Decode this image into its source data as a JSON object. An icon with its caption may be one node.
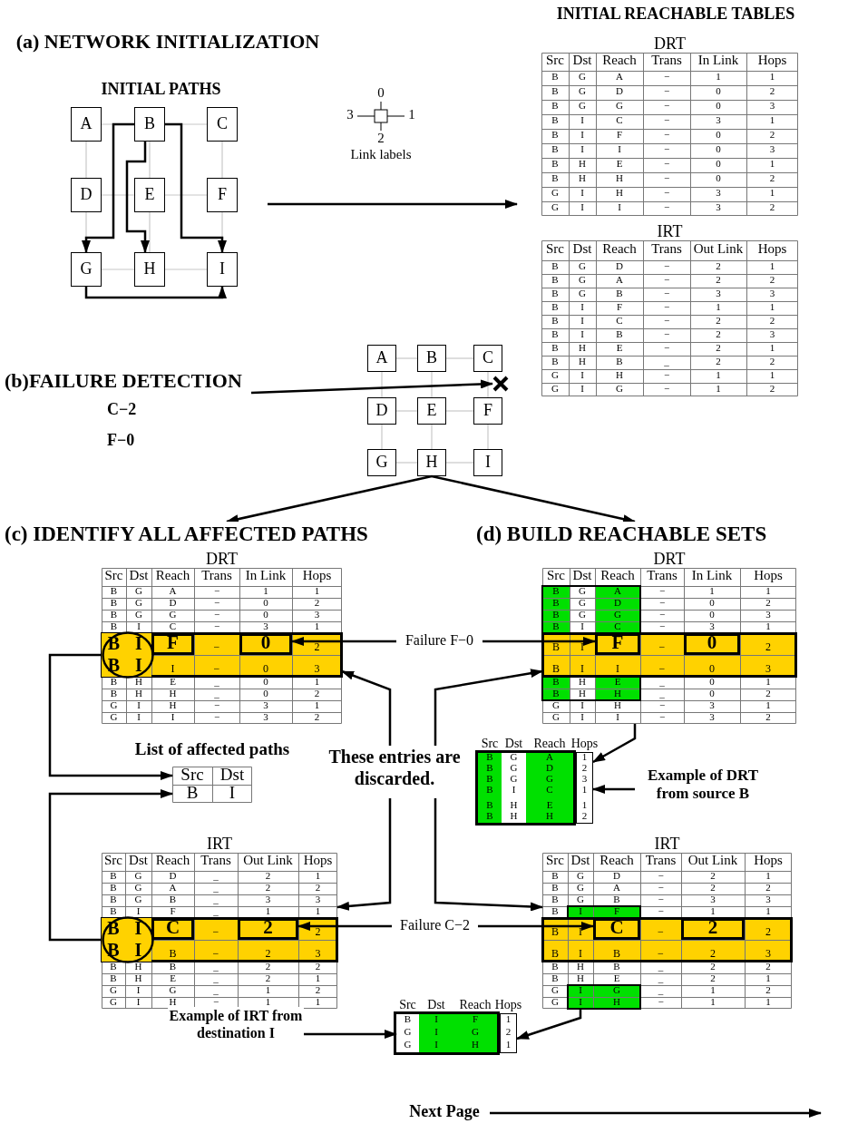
{
  "diagram": {
    "nodes": [
      {
        "text": [
          "INITIAL PATHS"
        ]
      },
      {
        "text": [
          "A"
        ],
        "in": 0
      },
      {
        "text": [
          "B"
        ],
        "in": 0
      },
      {
        "text": [
          "C"
        ],
        "in": 0
      },
      {
        "text": [
          "D"
        ],
        "in": 0
      },
      {
        "text": [
          "E"
        ],
        "in": 0
      },
      {
        "text": [
          "F"
        ],
        "in": 0
      },
      {
        "text": [
          "G"
        ],
        "in": 0
      },
      {
        "text": [
          "H"
        ],
        "in": 0
      },
      {
        "text": [
          "I"
        ],
        "in": 0
      },
      {
        "text": [
          "INITIAL REACHABLE TABLES"
        ]
      },
      {
        "text": [
          "DRT",
          "Src",
          "Dst",
          "Reach",
          "Trans",
          "In Link",
          "Hops",
          "B",
          "G",
          "A",
          "−",
          "1",
          "1",
          "B",
          "G",
          "D",
          "−",
          "0",
          "2",
          "B",
          "G",
          "G",
          "−",
          "0",
          "3",
          "B",
          "I",
          "C",
          "−",
          "3",
          "1",
          "B",
          "I",
          "F",
          "−",
          "0",
          "2",
          "B",
          "I",
          "I",
          "−",
          "0",
          "3",
          "B",
          "H",
          "E",
          "−",
          "0",
          "1",
          "B",
          "H",
          "H",
          "−",
          "0",
          "2",
          "G",
          "I",
          "H",
          "−",
          "3",
          "1",
          "G",
          "I",
          "I",
          "−",
          "3",
          "2"
        ],
        "in": 10
      },
      {
        "text": [
          "IRT",
          "Src",
          "Dst",
          "Reach",
          "Trans",
          "Out Link",
          "Hops",
          "B",
          "G",
          "D",
          "−",
          "2",
          "1",
          "B",
          "G",
          "A",
          "−",
          "2",
          "2",
          "B",
          "G",
          "B",
          "−",
          "3",
          "3",
          "B",
          "I",
          "F",
          "−",
          "1",
          "1",
          "B",
          "I",
          "C",
          "−",
          "2",
          "2",
          "B",
          "I",
          "B",
          "−",
          "2",
          "3",
          "B",
          "H",
          "E",
          "−",
          "2",
          "1",
          "B",
          "H",
          "B",
          "_",
          "2",
          "2",
          "G",
          "I",
          "H",
          "−",
          "1",
          "1",
          "G",
          "I",
          "G",
          "−",
          "1",
          "2"
        ],
        "in": 10
      },
      {
        "text": [
          "(b)FAILURE DETECTION",
          "C−2",
          "F−0"
        ]
      },
      {
        "text": [
          "A"
        ]
      },
      {
        "text": [
          "B"
        ]
      },
      {
        "text": [
          "C"
        ]
      },
      {
        "text": [
          "D"
        ]
      },
      {
        "text": [
          "E"
        ]
      },
      {
        "text": [
          "F"
        ]
      },
      {
        "text": [
          "G"
        ]
      },
      {
        "text": [
          "H"
        ]
      },
      {
        "text": [
          "I"
        ]
      },
      {
        "text": [],
        "shape": "cross"
      },
      {
        "text": [
          "(c) IDENTIFY ALL AFFECTED PATHS"
        ]
      },
      {
        "text": [
          "DRT",
          "Src",
          "Dst",
          "Reach",
          "Trans",
          "In Link",
          "Hops",
          "B",
          "G",
          "A",
          "−",
          "1",
          "1",
          "B",
          "G",
          "D",
          "−",
          "0",
          "2",
          "B",
          "G",
          "G",
          "−",
          "0",
          "3",
          "B",
          "I",
          "C",
          "−",
          "3",
          "1",
          "−",
          "2",
          "I",
          "−",
          "0",
          "3",
          "B",
          "H",
          "E",
          "_",
          "0",
          "1",
          "B",
          "H",
          "H",
          "_",
          "0",
          "2",
          "G",
          "I",
          "H",
          "−",
          "3",
          "1",
          "G",
          "I",
          "I",
          "−",
          "3",
          "2"
        ]
      },
      {
        "text": [
          "F"
        ],
        "in": 25
      },
      {
        "text": [
          "0"
        ],
        "in": 25
      },
      {
        "text": [
          "B",
          "I",
          "B",
          "I"
        ],
        "in": 25
      },
      {
        "text": [
          "Src",
          "Dst",
          "B",
          "I"
        ],
        "beside": [
          "List of affected paths"
        ]
      },
      {
        "text": [
          "These entries are discarded."
        ]
      },
      {
        "text": [
          "Failure F−0"
        ]
      },
      {
        "text": [
          "(d) BUILD REACHABLE SETS"
        ]
      },
      {
        "text": [
          "DRT",
          "Src",
          "Dst",
          "Reach",
          "Trans",
          "In Link",
          "Hops",
          "B",
          "G",
          "A",
          "−",
          "1",
          "1",
          "B",
          "G",
          "D",
          "−",
          "0",
          "2",
          "B",
          "G",
          "G",
          "−",
          "0",
          "3",
          "B",
          "I",
          "C",
          "−",
          "3",
          "1",
          "B",
          "I",
          "−",
          "2",
          "B",
          "I",
          "I",
          "−",
          "0",
          "3",
          "B",
          "H",
          "E",
          "_",
          "0",
          "1",
          "B",
          "H",
          "H",
          "_",
          "0",
          "2",
          "G",
          "I",
          "H",
          "−",
          "3",
          "1",
          "G",
          "I",
          "I",
          "−",
          "3",
          "2"
        ]
      },
      {
        "text": [
          "F"
        ],
        "in": 33
      },
      {
        "text": [
          "0"
        ],
        "in": 33
      },
      {
        "text": [
          "Example of DRT from source B"
        ]
      },
      {
        "text": [
          "Src",
          "Dst",
          "Reach",
          "Hops",
          "B",
          "G",
          "A",
          "1",
          "B",
          "G",
          "D",
          "2",
          "B",
          "G",
          "G",
          "3",
          "B",
          "I",
          "C",
          "1",
          "B",
          "H",
          "E",
          "1",
          "B",
          "H",
          "H",
          "2"
        ]
      },
      {
        "text": [
          "IRT",
          "Src",
          "Dst",
          "Reach",
          "Trans",
          "Out Link",
          "Hops",
          "B",
          "G",
          "D",
          "_",
          "2",
          "1",
          "B",
          "G",
          "A",
          "_",
          "2",
          "2",
          "B",
          "G",
          "B",
          "_",
          "3",
          "3",
          "B",
          "I",
          "F",
          "_",
          "1",
          "1",
          "−",
          "2",
          "B",
          "−",
          "2",
          "3",
          "B",
          "H",
          "B",
          "_",
          "2",
          "2",
          "B",
          "H",
          "E",
          "_",
          "2",
          "1",
          "G",
          "I",
          "G",
          "_",
          "1",
          "2",
          "G",
          "I",
          "H",
          "−",
          "1",
          "1"
        ]
      },
      {
        "text": [
          "C"
        ],
        "in": 38
      },
      {
        "text": [
          "2"
        ],
        "in": 38
      },
      {
        "text": [
          "B",
          "I",
          "B",
          "I"
        ],
        "in": 38
      },
      {
        "text": [
          "Failure C−2"
        ]
      },
      {
        "text": [
          "IRT",
          "Src",
          "Dst",
          "Reach",
          "Trans",
          "Out Link",
          "Hops",
          "B",
          "G",
          "D",
          "−",
          "2",
          "1",
          "B",
          "G",
          "A",
          "−",
          "2",
          "2",
          "B",
          "G",
          "B",
          "−",
          "3",
          "3",
          "B",
          "I",
          "F",
          "−",
          "1",
          "1",
          "B",
          "I",
          "−",
          "2",
          "B",
          "I",
          "B",
          "−",
          "2",
          "3",
          "B",
          "H",
          "B",
          "_",
          "2",
          "2",
          "B",
          "H",
          "E",
          "_",
          "2",
          "1",
          "G",
          "I",
          "G",
          "_",
          "1",
          "2",
          "G",
          "I",
          "H",
          "−",
          "1",
          "1"
        ]
      },
      {
        "text": [
          "C"
        ],
        "in": 43
      },
      {
        "text": [
          "2"
        ],
        "in": 43
      },
      {
        "text": [
          "Example of IRT from destination I"
        ]
      },
      {
        "text": [
          "Src",
          "Dst",
          "Reach",
          "Hops",
          "B",
          "I",
          "F",
          "1",
          "G",
          "I",
          "G",
          "2",
          "G",
          "I",
          "H",
          "1"
        ]
      },
      {
        "text": [
          "Next Page"
        ]
      }
    ],
    "edges": [
      {
        "from": 1,
        "to": 2,
        "arrow": "none",
        "color": "#c8c8c8"
      },
      {
        "from": 2,
        "to": 3,
        "arrow": "none",
        "color": "#c8c8c8"
      },
      {
        "from": 4,
        "to": 5,
        "arrow": "none",
        "color": "#c8c8c8"
      },
      {
        "from": 5,
        "to": 6,
        "arrow": "none",
        "color": "#c8c8c8"
      },
      {
        "from": 7,
        "to": 8,
        "arrow": "none",
        "color": "#c8c8c8"
      },
      {
        "from": 8,
        "to": 9,
        "arrow": "none",
        "color": "#c8c8c8"
      },
      {
        "from": 1,
        "to": 4,
        "arrow": "none",
        "color": "#c8c8c8"
      },
      {
        "from": 4,
        "to": 7,
        "arrow": "none",
        "color": "#c8c8c8"
      },
      {
        "from": 2,
        "to": 5,
        "arrow": "none",
        "color": "#c8c8c8"
      },
      {
        "from": 5,
        "to": 8,
        "arrow": "none",
        "color": "#c8c8c8"
      },
      {
        "from": 3,
        "to": 6,
        "arrow": "none",
        "color": "#c8c8c8"
      },
      {
        "from": 6,
        "to": 9,
        "arrow": "none",
        "color": "#c8c8c8"
      },
      {
        "from": 2,
        "to": 7,
        "arrow": "to",
        "color": "#000000"
      },
      {
        "from": 2,
        "to": 8,
        "arrow": "to",
        "color": "#000000"
      },
      {
        "from": 2,
        "to": 9,
        "arrow": "to",
        "color": "#000000"
      },
      {
        "from": 7,
        "to": 9,
        "arrow": "to",
        "color": "#000000"
      },
      {
        "from": 0,
        "to": 10,
        "arrow": "to",
        "color": "#000000"
      },
      {
        "from": 14,
        "to": 15,
        "arrow": "none",
        "color": "#c8c8c8"
      },
      {
        "from": 15,
        "to": 16,
        "arrow": "none",
        "color": "#c8c8c8"
      },
      {
        "from": 17,
        "to": 18,
        "arrow": "none",
        "color": "#c8c8c8"
      },
      {
        "from": 18,
        "to": 19,
        "arrow": "none",
        "color": "#c8c8c8"
      },
      {
        "from": 20,
        "to": 21,
        "arrow": "none",
        "color": "#c8c8c8"
      },
      {
        "from": 21,
        "to": 22,
        "arrow": "none",
        "color": "#c8c8c8"
      },
      {
        "from": 14,
        "to": 17,
        "arrow": "none",
        "color": "#c8c8c8"
      },
      {
        "from": 17,
        "to": 20,
        "arrow": "none",
        "color": "#c8c8c8"
      },
      {
        "from": 15,
        "to": 18,
        "arrow": "none",
        "color": "#c8c8c8"
      },
      {
        "from": 18,
        "to": 21,
        "arrow": "none",
        "color": "#c8c8c8"
      },
      {
        "from": 16,
        "to": 19,
        "arrow": "none",
        "color": "#c8c8c8"
      },
      {
        "from": 19,
        "to": 22,
        "arrow": "none",
        "color": "#c8c8c8"
      },
      {
        "from": 13,
        "to": 23,
        "arrow": "to",
        "color": "#000000"
      },
      {
        "from": 21,
        "to": 24,
        "arrow": "to",
        "color": "#000000"
      },
      {
        "from": 21,
        "to": 32,
        "arrow": "to",
        "color": "#000000"
      },
      {
        "from": 28,
        "to": 29,
        "arrow": "to",
        "color": "#000000"
      },
      {
        "from": 41,
        "to": 29,
        "arrow": "to",
        "color": "#000000"
      },
      {
        "from": 30,
        "to": 25,
        "arrow": "to",
        "color": "#000000"
      },
      {
        "from": 30,
        "to": 33,
        "arrow": "to",
        "color": "#000000"
      },
      {
        "from": 30,
        "to": 38,
        "arrow": "to",
        "color": "#000000"
      },
      {
        "from": 30,
        "to": 43,
        "arrow": "to",
        "color": "#000000"
      },
      {
        "from": 31,
        "to": 27,
        "arrow": "to",
        "color": "#000000"
      },
      {
        "from": 31,
        "to": 34,
        "arrow": "to",
        "color": "#000000"
      },
      {
        "from": 33,
        "to": 37,
        "arrow": "to",
        "color": "#000000"
      },
      {
        "from": 36,
        "to": 37,
        "arrow": "to",
        "color": "#000000"
      },
      {
        "from": 42,
        "to": 40,
        "arrow": "to",
        "color": "#000000"
      },
      {
        "from": 42,
        "to": 44,
        "arrow": "to",
        "color": "#000000"
      },
      {
        "from": 43,
        "to": 47,
        "arrow": "to",
        "color": "#000000"
      },
      {
        "from": 46,
        "to": 47,
        "arrow": "to",
        "color": "#000000"
      },
      {
        "from": 48,
        "to": null,
        "arrow": "to",
        "color": "#000000"
      }
    ],
    "labels": [
      "(a) NETWORK INITIALIZATION",
      "0",
      "3",
      "1",
      "2",
      "Link labels"
    ]
  }
}
